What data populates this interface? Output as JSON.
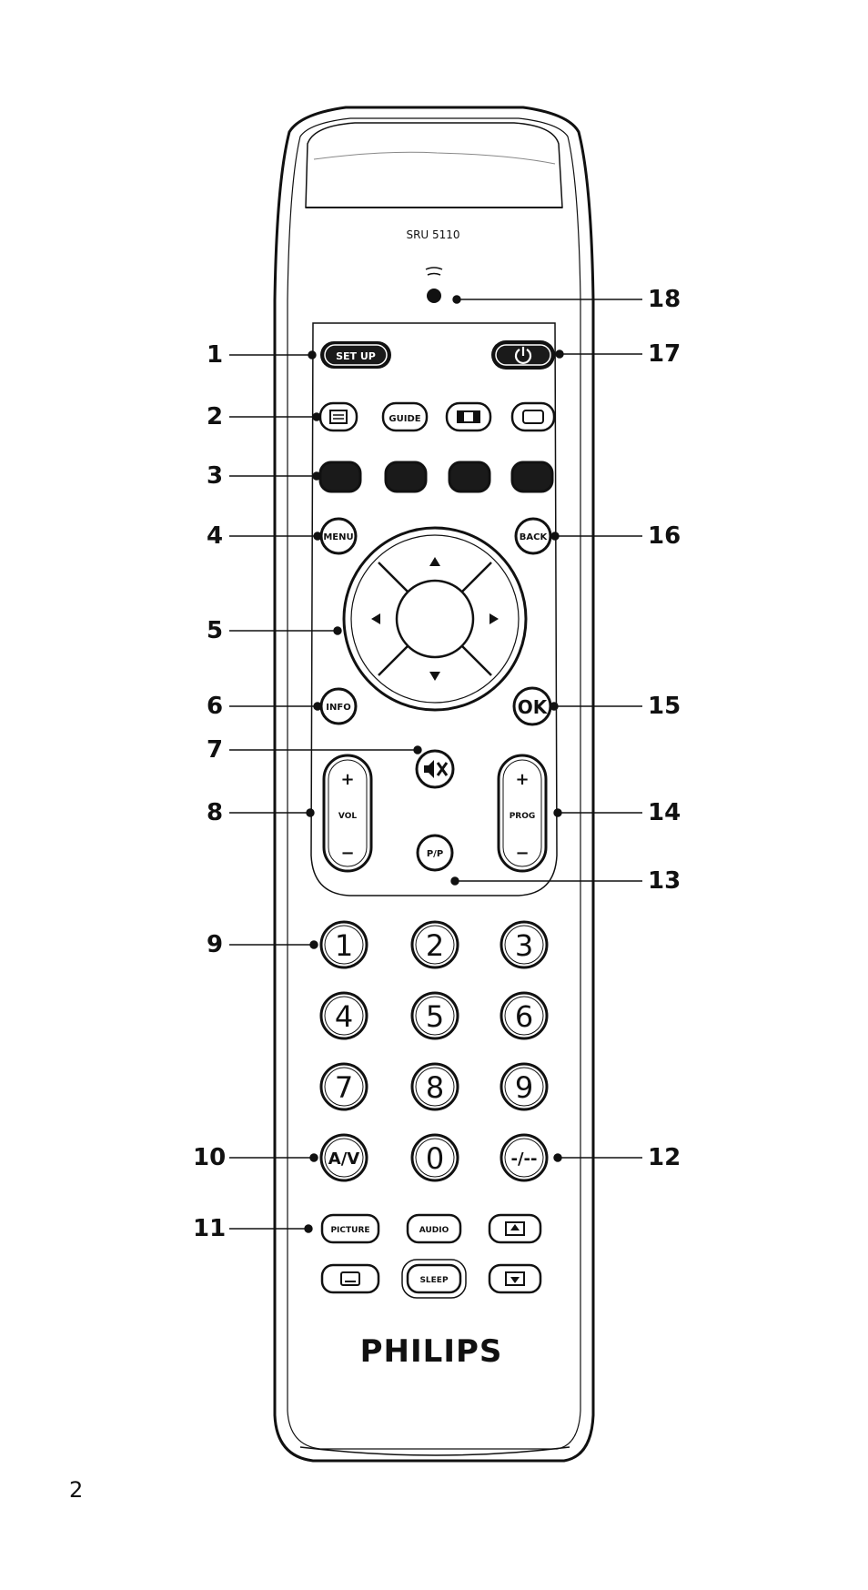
{
  "model_label": "SRU 5110",
  "brand": "PHILIPS",
  "page_number": "2",
  "callouts": [
    "1",
    "2",
    "3",
    "4",
    "5",
    "6",
    "7",
    "8",
    "9",
    "10",
    "11",
    "12",
    "13",
    "14",
    "15",
    "16",
    "17",
    "18"
  ],
  "buttons": {
    "setup": "SET UP",
    "guide": "GUIDE",
    "menu": "MENU",
    "back": "BACK",
    "info": "INFO",
    "ok": "OK",
    "vol": "VOL",
    "prog": "PROG",
    "plus": "+",
    "minus": "−",
    "pip": "P/P",
    "digits": [
      "1",
      "2",
      "3",
      "4",
      "5",
      "6",
      "7",
      "8",
      "9"
    ],
    "av": "A/V",
    "zero": "0",
    "dash": "-/--",
    "picture": "PICTURE",
    "audio": "AUDIO",
    "sleep": "SLEEP"
  },
  "icons": {
    "teletext": "teletext-icon",
    "format": "format-icon",
    "screen": "screen-icon",
    "power": "power-icon",
    "mute": "mute-icon",
    "ir": "ir-led-icon",
    "subtitle": "subtitle-icon",
    "zoom_up": "zoom-up-icon",
    "zoom_down": "zoom-down-icon"
  },
  "colors": {
    "outline": "#111111",
    "dark_button": "#1a1a1a",
    "body": "#ffffff"
  }
}
